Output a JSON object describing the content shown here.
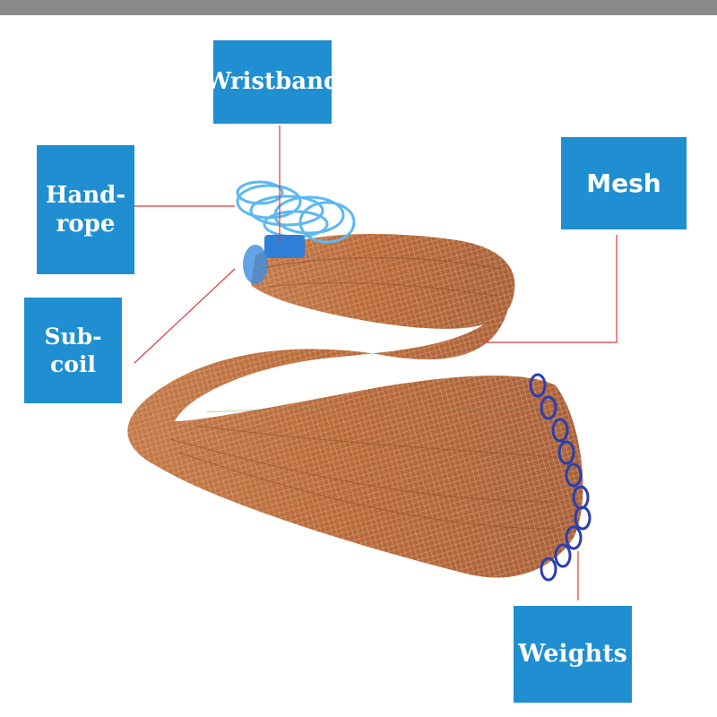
{
  "colors": {
    "label_bg": "#1f8fd1",
    "label_text": "#ffffff",
    "leader_line": "#e0383b",
    "top_bar": "#8a8a8a",
    "net": "#c0703f",
    "rope": "#5cb8f0",
    "weights": "#2a3fb0"
  },
  "labels": {
    "wristband": "Wristband",
    "handrope_line1": "Hand-",
    "handrope_line2": "rope",
    "mesh": "Mesh",
    "subcoil": "Sub-coil",
    "weights": "Weights"
  },
  "icons": {
    "net": "cast-net-illustration"
  }
}
